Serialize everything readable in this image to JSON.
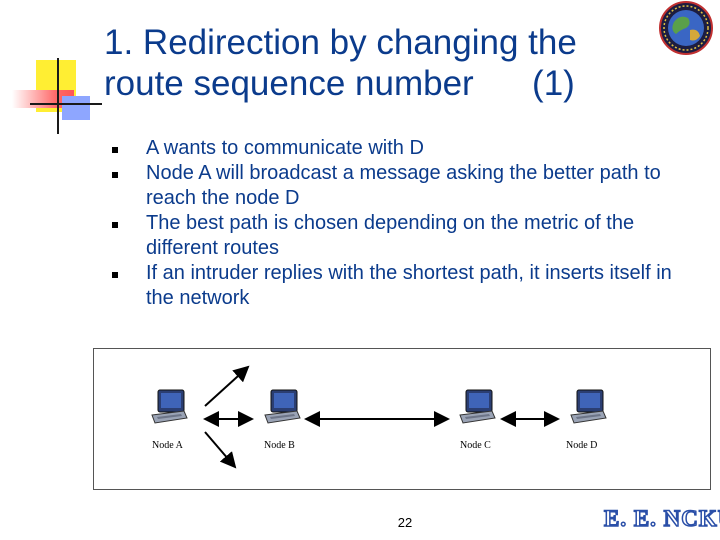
{
  "slide": {
    "title_lines": [
      "1. Redirection by changing the",
      "route sequence number      (1)"
    ],
    "bullets": [
      "A wants to communicate with D",
      "Node A will broadcast a message asking the better path to reach the node D",
      "The best path is chosen depending on the metric of the different routes",
      "If an intruder replies with the shortest path, it inserts itself in the network"
    ],
    "page_number": "22",
    "footer_brand": "E. E. NCKU"
  },
  "diagram": {
    "nodes": [
      {
        "label": "Node A",
        "icon": "laptop-icon"
      },
      {
        "label": "Node B",
        "icon": "laptop-icon"
      },
      {
        "label": "Node C",
        "icon": "laptop-icon"
      },
      {
        "label": "Node D",
        "icon": "laptop-icon"
      }
    ]
  },
  "colors": {
    "title": "#0b3b8c",
    "body_text": "#0b3b8c",
    "accent_yellow": "#ffee33",
    "accent_red": "#ff5555",
    "accent_blue": "#8ea6ff",
    "brand_outline": "#2a4fa8"
  }
}
